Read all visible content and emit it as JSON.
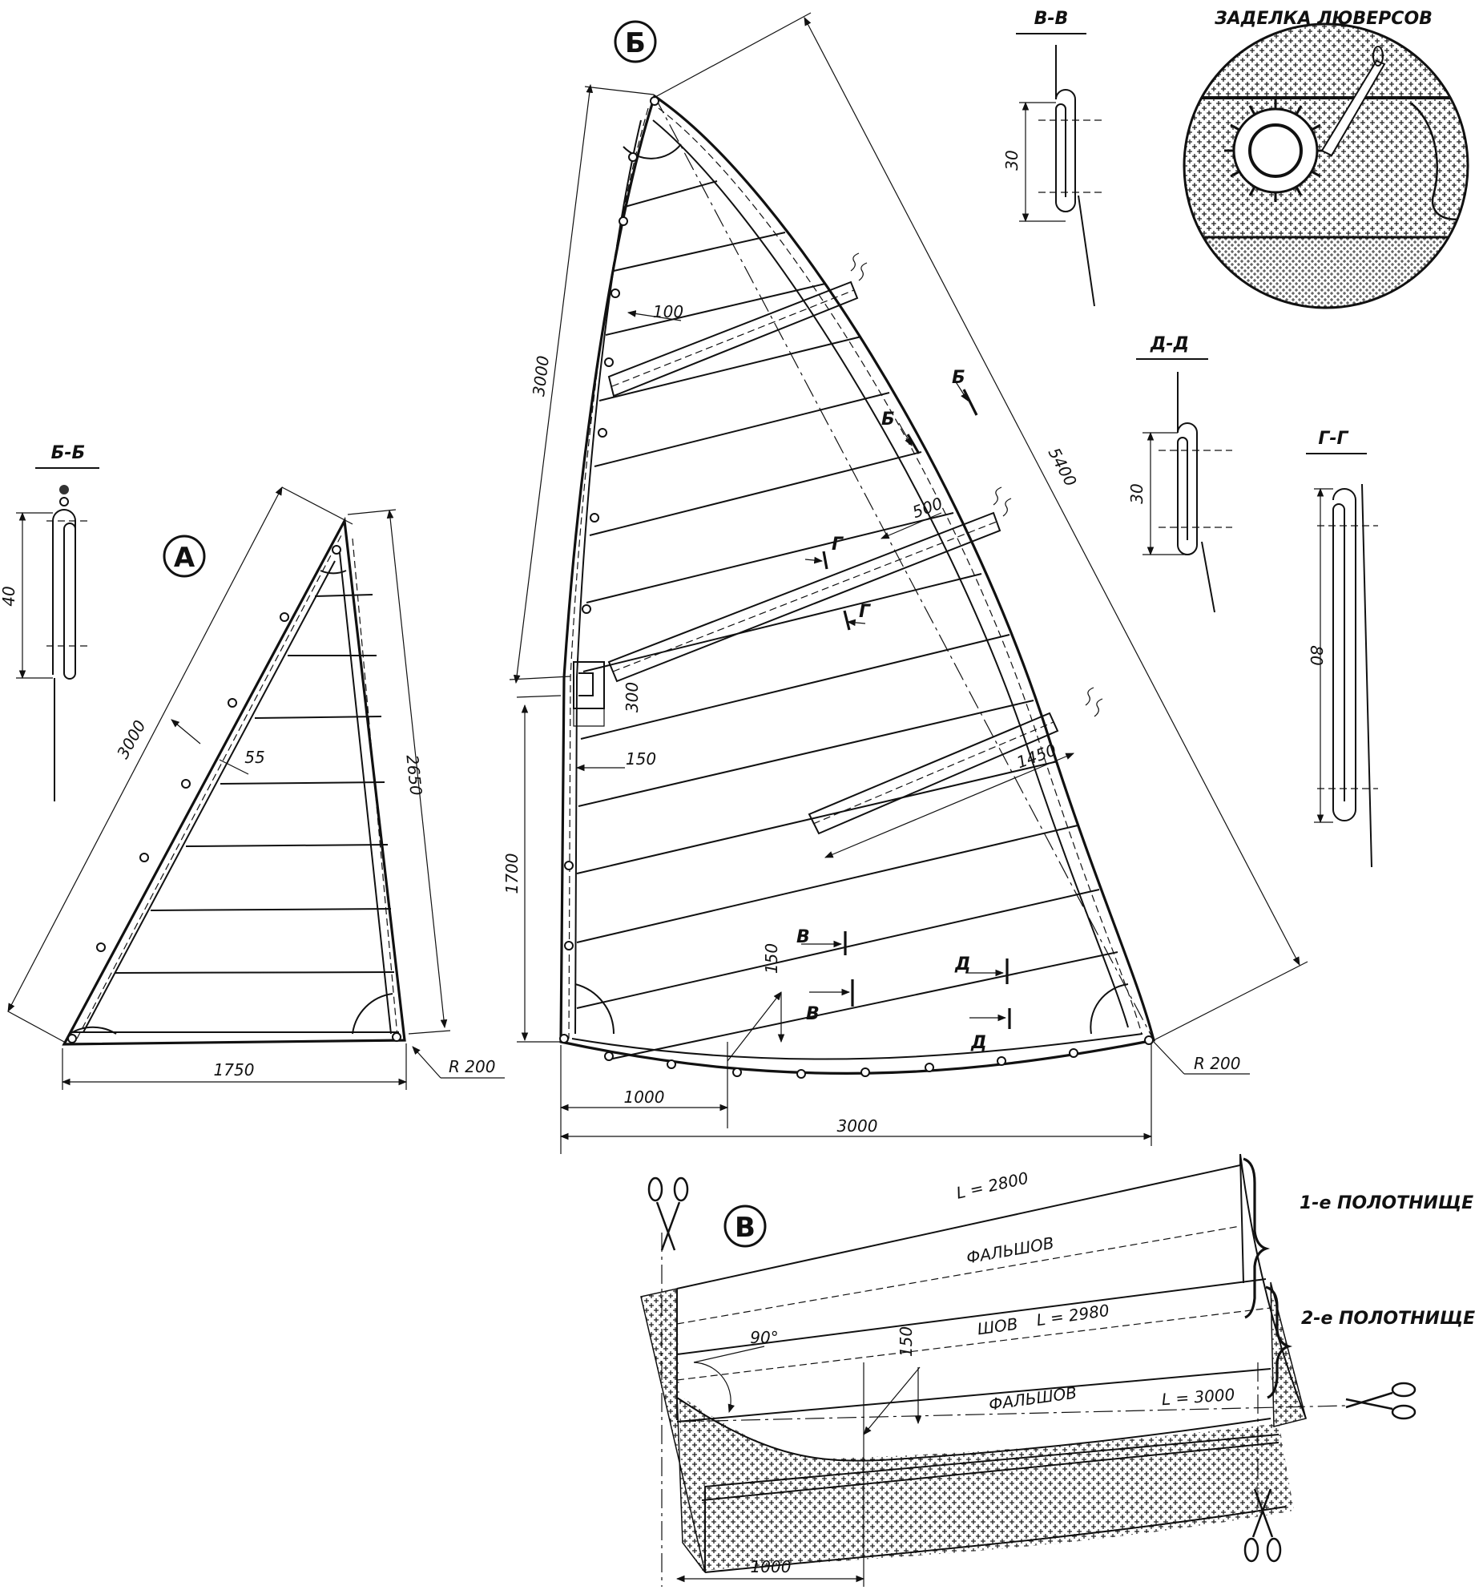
{
  "sail_a": {
    "label": "А",
    "dims": {
      "luff": "3000",
      "leech": "2650",
      "foot": "1750",
      "batten": "55",
      "radius": "R 200"
    }
  },
  "sail_b": {
    "label": "Б",
    "dims": {
      "luff_upper": "3000",
      "luff_lower": "1700",
      "leech": "5400",
      "foot_total": "3000",
      "foot_part": "1000",
      "batten": "100",
      "pocket_long": "500",
      "pocket_lower": "1450",
      "window_h": "300",
      "window_w": "150",
      "foot_curve": "150",
      "radius": "R 200"
    },
    "section_marks": {
      "b_upper": "Б",
      "b_lower": "Б",
      "g_upper": "Г",
      "g_lower": "Г",
      "v_upper": "В",
      "v_lower": "В",
      "d_upper": "Д",
      "d_lower": "Д"
    }
  },
  "sections": {
    "bb": {
      "title": "Б-Б",
      "dim": "40"
    },
    "vv": {
      "title": "В-В",
      "dim": "30"
    },
    "dd": {
      "title": "Д-Д",
      "dim": "30"
    },
    "gg": {
      "title": "Г-Г",
      "dim": "80"
    }
  },
  "grommet_detail": {
    "title": "ЗАДЕЛКА ЛЮВЕРСОВ"
  },
  "panel_b": {
    "label": "В",
    "length_1": "L = 2800",
    "length_2": "L = 2980",
    "length_3": "L = 3000",
    "seam_label": "ШОВ",
    "falsh_1": "ФАЛЬШОВ",
    "falsh_2": "ФАЛЬШОВ",
    "angle": "90°",
    "curve_dim": "150",
    "offset_dim": "1000",
    "panel_1": "1-е ПОЛОТНИЩЕ",
    "panel_2": "2-е ПОЛОТНИЩЕ"
  }
}
